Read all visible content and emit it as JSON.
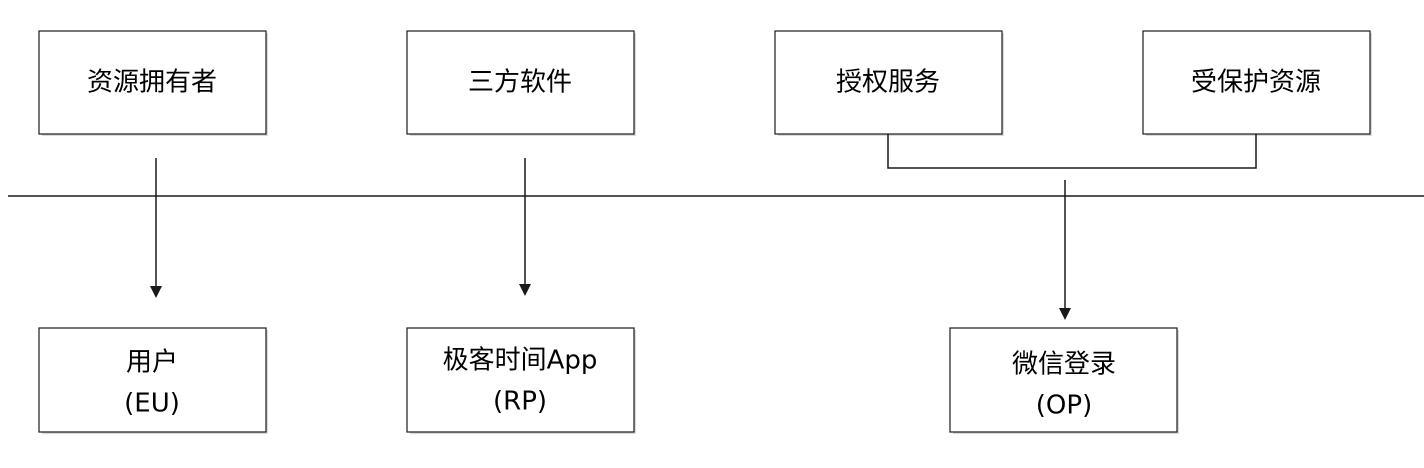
{
  "nodes": {
    "resource_owner": {
      "label": "资源拥有者"
    },
    "third_party_software": {
      "label": "三方软件"
    },
    "authorization_service": {
      "label": "授权服务"
    },
    "protected_resource": {
      "label": "受保护资源"
    },
    "user": {
      "label": "用户",
      "sublabel": "(EU)"
    },
    "geek_time_app": {
      "label": "极客时间App",
      "sublabel": "(RP)"
    },
    "wechat_login": {
      "label": "微信登录",
      "sublabel": "(OP)"
    }
  }
}
